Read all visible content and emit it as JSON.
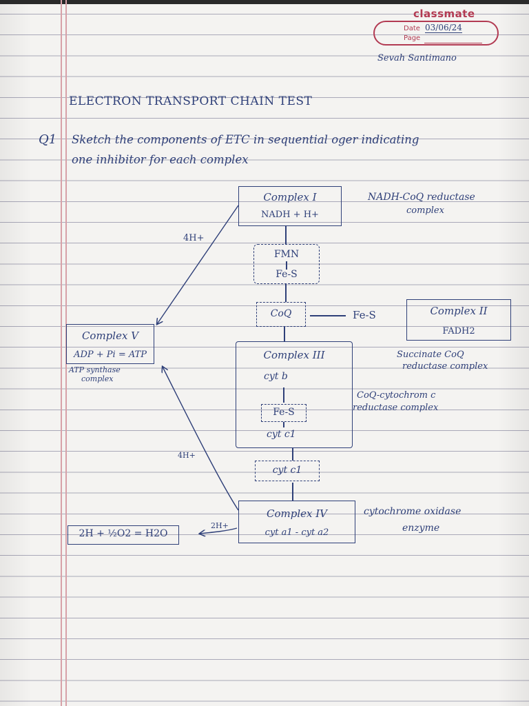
{
  "notebook": {
    "brand": "classmate",
    "date_label": "Date",
    "date_value": "03/06/24",
    "page_label": "Page",
    "author": "Sevah Santimano"
  },
  "title": "ELECTRON TRANSPORT CHAIN TEST",
  "question": {
    "number": "Q1",
    "line1": "Sketch the components of ETC in sequential oger indicating",
    "line2": "one inhibitor for each complex"
  },
  "diagram": {
    "complex1": {
      "title": "Complex I",
      "sub": "NADH + H+"
    },
    "complex1_note": {
      "line1": "NADH-CoQ reductase",
      "line2": "complex"
    },
    "fmn": "FMN",
    "fes_1": "Fe-S",
    "coq": "CoQ",
    "fes_link": "Fe-S",
    "complex2": {
      "title": "Complex II",
      "sub": "FADH2"
    },
    "complex2_note": {
      "line1": "Succinate CoQ",
      "line2": "reductase complex"
    },
    "complex3": {
      "title": "Complex III",
      "cyt_b": "cyt b",
      "fes": "Fe-S",
      "cyt_c1": "cyt c1"
    },
    "complex3_note": {
      "line1": "CoQ-cytochrom c",
      "line2": "reductase complex"
    },
    "cyt_c": "cyt c1",
    "complex4": {
      "title": "Complex IV",
      "sub": "cyt a1 - cyt a2"
    },
    "complex4_note": {
      "line1": "cytochrome oxidase",
      "line2": "enzyme"
    },
    "complex5": {
      "title": "Complex V",
      "sub": "ADP + Pi = ATP"
    },
    "complex5_note": {
      "line1": "ATP synthase",
      "line2": "complex"
    },
    "water": "2H + ½O2 = H2O",
    "proton_1": "4H+",
    "proton_2": "4H+",
    "proton_3": "2H+"
  },
  "colors": {
    "ink": "#2e3f78",
    "brand": "#b23a52",
    "margin": "#d7a1a8"
  }
}
